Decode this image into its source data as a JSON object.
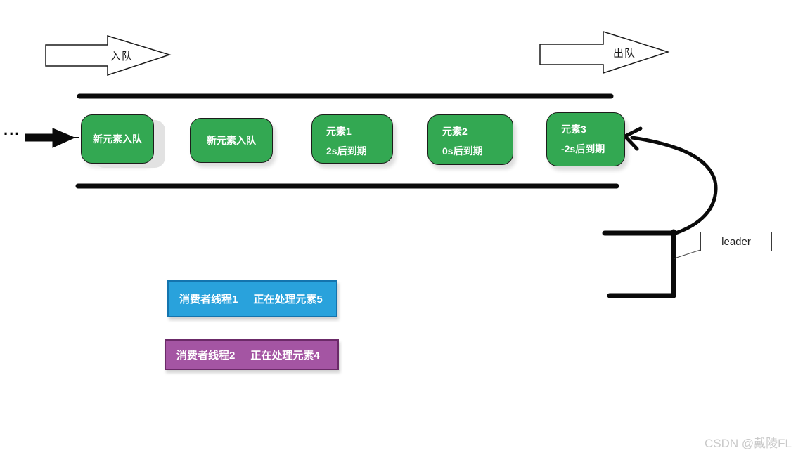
{
  "diagram": {
    "title_semantics": "delay-queue-diagram",
    "enqueue_label": "入队",
    "dequeue_label": "出队",
    "ellipsis": "...",
    "queue": {
      "elements": [
        {
          "line1": "新元素入队",
          "line2": ""
        },
        {
          "line1": "新元素入队",
          "line2": ""
        },
        {
          "line1": "元素1",
          "line2": "2s后到期"
        },
        {
          "line1": "元素2",
          "line2": "0s后到期"
        },
        {
          "line1": "元素3",
          "line2": "-2s后到期"
        }
      ]
    },
    "leader_label": "leader",
    "consumers": [
      {
        "name": "消费者线程1",
        "task": "正在处理元素5"
      },
      {
        "name": "消费者线程2",
        "task": "正在处理元素4"
      }
    ],
    "watermark": "CSDN @戴陵FL",
    "colors": {
      "element_fill": "#33a852",
      "consumer1_fill": "#29a2dc",
      "consumer1_border": "#1474ae",
      "consumer2_fill": "#a455a3",
      "consumer2_border": "#6b2a68",
      "line_color": "#0a0a0a"
    }
  }
}
